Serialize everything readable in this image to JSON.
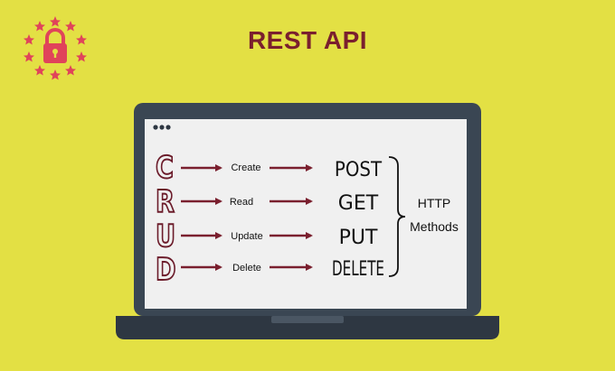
{
  "title": "REST API",
  "crud_letters": [
    "C",
    "R",
    "U",
    "D"
  ],
  "operations": [
    "Create",
    "Read",
    "Update",
    "Delete"
  ],
  "http_methods": [
    "POST",
    "GET",
    "PUT",
    "DELETE"
  ],
  "group_label": [
    "HTTP",
    "Methods"
  ],
  "colors": {
    "background": "#e3e044",
    "title": "#7a1f2e",
    "crud_letters": "#6b1b2a",
    "arrows": "#7a1f2e",
    "laptop_body": "#3a4653",
    "laptop_base": "#2e3742",
    "screen": "#f0f0f0",
    "logo_red": "#e0445a",
    "text": "#111111"
  },
  "icons": [
    "padlock-icon",
    "star-ring-icon",
    "window-dots-icon"
  ]
}
